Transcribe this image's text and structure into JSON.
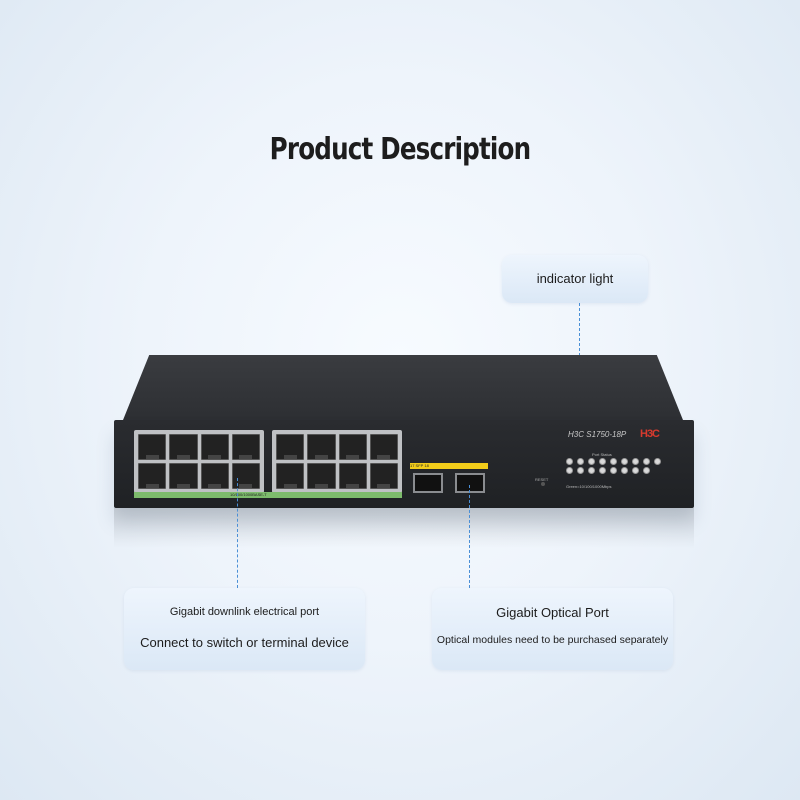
{
  "page": {
    "title": "Product Description",
    "accent_color": "#4a8fd6"
  },
  "callouts": {
    "indicator": {
      "label": "indicator light"
    },
    "electrical": {
      "heading": "Gigabit downlink electrical port",
      "description": "Connect to switch or terminal device"
    },
    "optical": {
      "heading": "Gigabit Optical Port",
      "description": "Optical modules need to be purchased separately"
    }
  },
  "device": {
    "model": "H3C  S1750-18P",
    "logo_text": "H3C",
    "port_strip_label": "10/100/1000BASE-T",
    "sfp_label": "17   SFP   18",
    "reset_label": "RESET",
    "led_group_label": "Port Status",
    "led_speed_label": "Green=10/100/1000Mbps"
  }
}
